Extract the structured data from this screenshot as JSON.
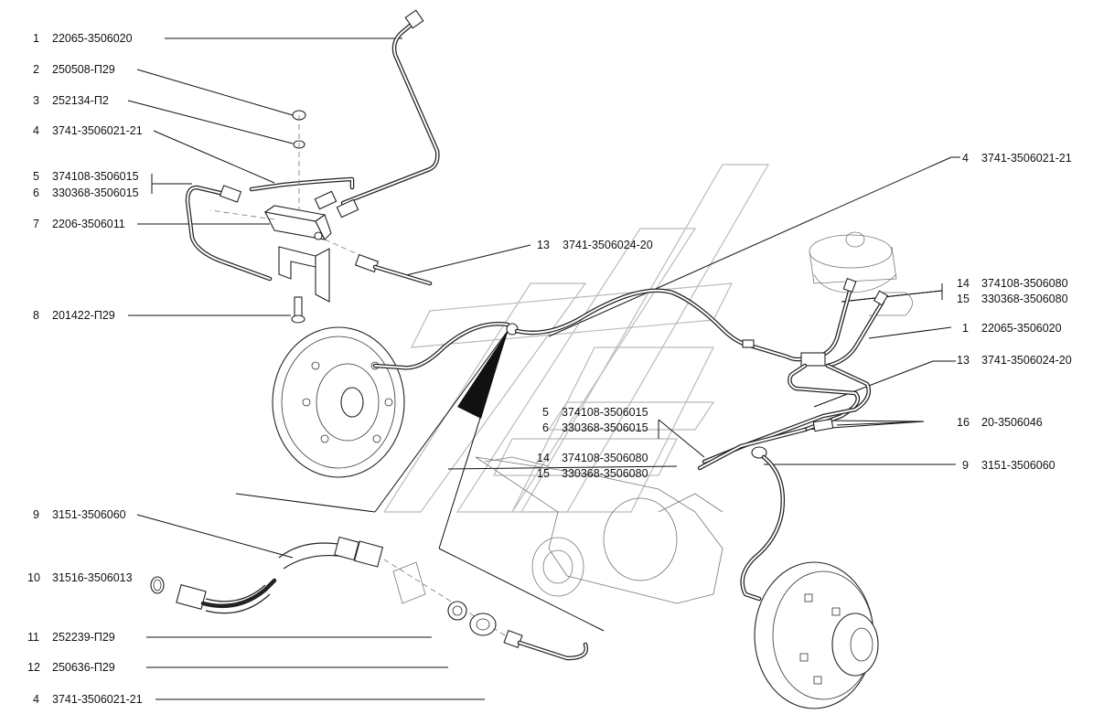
{
  "callouts_left": [
    {
      "num": "1",
      "code": "22065-3506020"
    },
    {
      "num": "2",
      "code": "250508-П29"
    },
    {
      "num": "3",
      "code": "252134-П2"
    },
    {
      "num": "4",
      "code": "3741-3506021-21"
    },
    {
      "num": "5",
      "code": "374108-3506015"
    },
    {
      "num": "6",
      "code": "330368-3506015"
    },
    {
      "num": "7",
      "code": "2206-3506011"
    },
    {
      "num": "8",
      "code": "201422-П29"
    },
    {
      "num": "9",
      "code": "3151-3506060"
    },
    {
      "num": "10",
      "code": "31516-3506013"
    },
    {
      "num": "11",
      "code": "252239-П29"
    },
    {
      "num": "12",
      "code": "250636-П29"
    },
    {
      "num": "4",
      "code": "3741-3506021-21"
    }
  ],
  "callouts_center": [
    {
      "num": "13",
      "code": "3741-3506024-20"
    },
    {
      "num": "5",
      "code": "374108-3506015"
    },
    {
      "num": "6",
      "code": "330368-3506015"
    },
    {
      "num": "14",
      "code": "374108-3506080"
    },
    {
      "num": "15",
      "code": "330368-3506080"
    }
  ],
  "callouts_right": [
    {
      "num": "4",
      "code": "3741-3506021-21"
    },
    {
      "num": "14",
      "code": "374108-3506080"
    },
    {
      "num": "15",
      "code": "330368-3506080"
    },
    {
      "num": "1",
      "code": "22065-3506020"
    },
    {
      "num": "13",
      "code": "3741-3506024-20"
    },
    {
      "num": "16",
      "code": "20-3506046"
    },
    {
      "num": "9",
      "code": "3151-3506060"
    }
  ]
}
